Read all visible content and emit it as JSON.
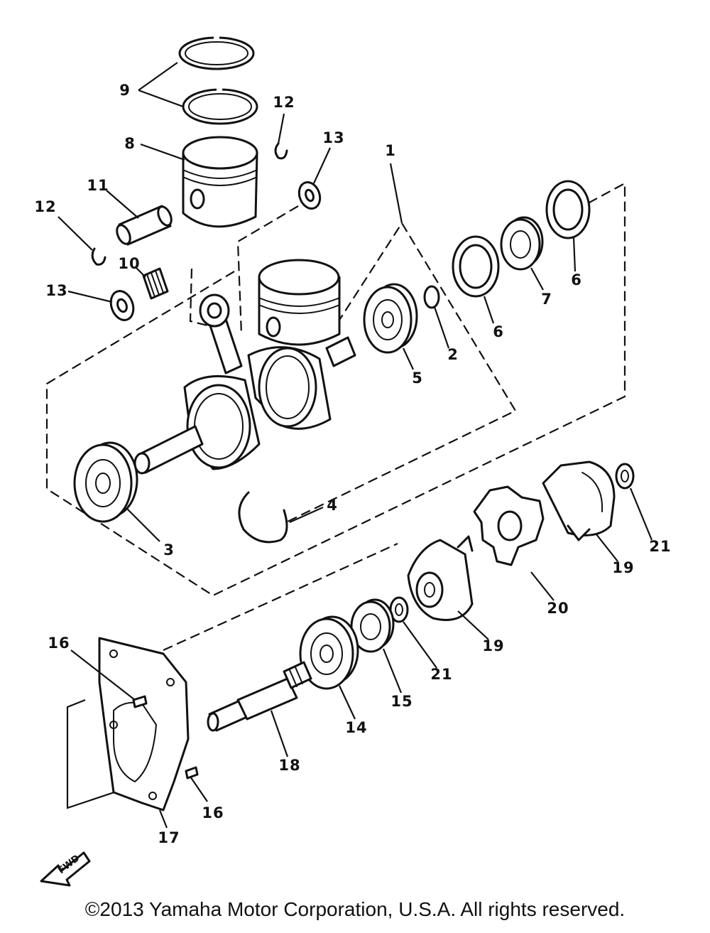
{
  "callouts": [
    "1",
    "2",
    "3",
    "4",
    "5",
    "6",
    "6",
    "7",
    "8",
    "9",
    "10",
    "11",
    "12",
    "12",
    "13",
    "13",
    "14",
    "15",
    "16",
    "16",
    "17",
    "18",
    "19",
    "19",
    "20",
    "21",
    "21"
  ],
  "fwd_label": "FWD",
  "copyright": "©2013 Yamaha Motor Corporation, U.S.A. All rights reserved."
}
